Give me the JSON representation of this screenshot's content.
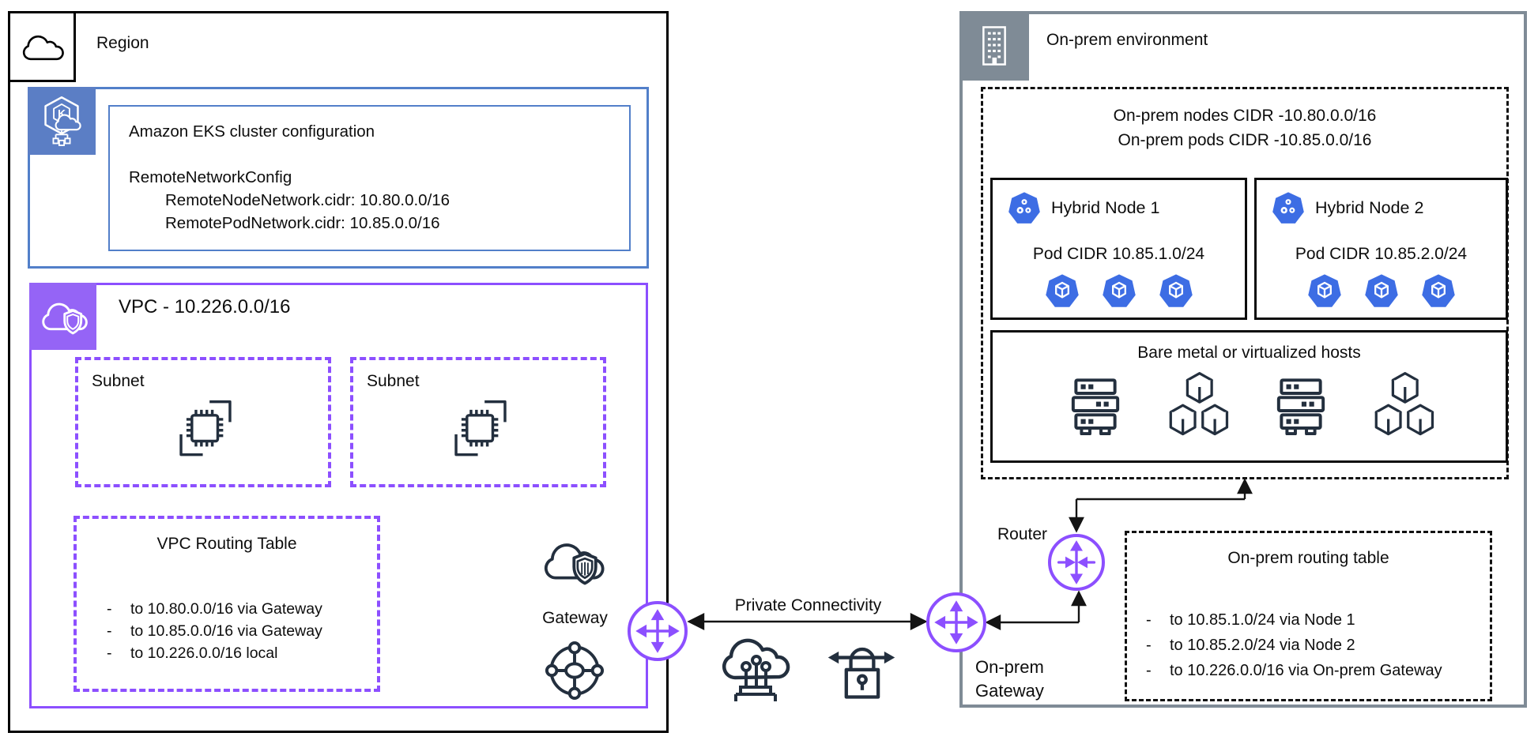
{
  "region": {
    "label": "Region"
  },
  "eks": {
    "title": "Amazon EKS cluster configuration",
    "config_header": "RemoteNetworkConfig",
    "config_node": "RemoteNodeNetwork.cidr: 10.80.0.0/16",
    "config_pod": "RemotePodNetwork.cidr: 10.85.0.0/16"
  },
  "vpc": {
    "label": "VPC - 10.226.0.0/16",
    "subnets": [
      {
        "label": "Subnet"
      },
      {
        "label": "Subnet"
      }
    ],
    "routing_table": {
      "title": "VPC Routing Table",
      "bullet": "-",
      "entries": [
        "to 10.80.0.0/16 via Gateway",
        "to 10.85.0.0/16 via Gateway",
        "to 10.226.0.0/16 local"
      ]
    }
  },
  "gateway": {
    "label": "Gateway"
  },
  "connectivity": {
    "label": "Private Connectivity"
  },
  "onprem": {
    "title": "On-prem environment",
    "cidr_line1": "On-prem nodes CIDR -10.80.0.0/16",
    "cidr_line2": "On-prem pods CIDR -10.85.0.0/16",
    "nodes": [
      {
        "name": "Hybrid Node 1",
        "pod_cidr": "Pod CIDR 10.85.1.0/24"
      },
      {
        "name": "Hybrid Node 2",
        "pod_cidr": "Pod CIDR 10.85.2.0/24"
      }
    ],
    "hosts": {
      "title": "Bare metal or virtualized hosts"
    },
    "router_label": "Router",
    "gateway_label_line1": "On-prem",
    "gateway_label_line2": "Gateway",
    "routing_table": {
      "title": "On-prem routing table",
      "bullet": "-",
      "entries": [
        "to 10.85.1.0/24 via Node 1",
        "to 10.85.2.0/24 via Node 2",
        "to 10.226.0.0/16 via On-prem Gateway"
      ]
    }
  },
  "icons": {
    "eks_letter": "K",
    "region-cloud-icon": "cloud outline",
    "eks-icon": "hexagon kubernetes cloud",
    "vpc-icon": "cloud with shield",
    "subnet-chip-icon": "cpu chip",
    "gateway-cloud-shield-icon": "cloud with shield",
    "gateway-ring-icon": "hub circle with nodes",
    "transit-gateway-icon": "four-way arrows circle",
    "router-icon": "inward arrows circle",
    "direct-connect-icon": "cloud with fiber pins",
    "vpn-lock-icon": "lock with双 arrows",
    "building-icon": "office building",
    "k8s-node-icon": "blue heptagon with gears",
    "k8s-pod-icon": "blue heptagon with cube",
    "server-icon": "rack server",
    "cubes-icon": "three stacked cubes"
  },
  "colors": {
    "region_border": "#000000",
    "eks_blue": "#527fc9",
    "eks_square": "#5b7ec5",
    "vpc_purple": "#8c4fff",
    "vpc_square": "#9564f6",
    "kubernetes_blue": "#3d6de4",
    "onprem_gray": "#7f8b96",
    "icon_dark": "#232f3e"
  }
}
